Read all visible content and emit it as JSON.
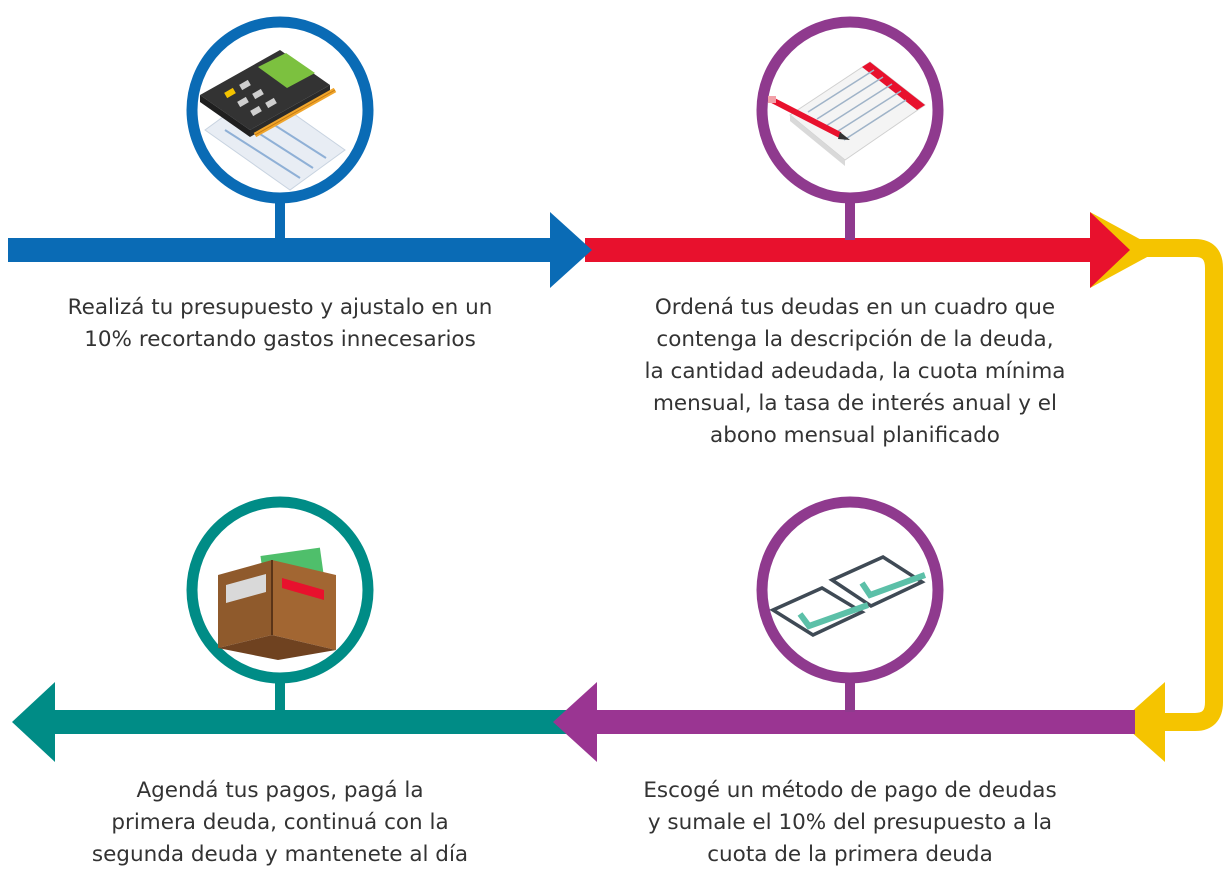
{
  "steps": [
    {
      "text": "Realizá tu presupuesto y ajustalo en un\n10% recortando gastos innecesarios",
      "icon": "calculator-icon",
      "color": "#0a6bb5"
    },
    {
      "text": "Ordená tus deudas en un cuadro que\ncontenga la descripción de la deuda,\nla cantidad adeudada, la cuota mínima\nmensual, la tasa de interés anual y el\nabono mensual planificado",
      "icon": "notepad-pencil-icon",
      "color": "#e8112d"
    },
    {
      "text": "Escogé un método de pago de deudas\ny sumale el 10% del presupuesto a la\ncuota de la primera deuda",
      "icon": "checkbox-checkmarks-icon",
      "color": "#9a3592"
    },
    {
      "text": "Agendá tus pagos, pagá la\nprimera deuda, continuá con la\nsegunda deuda y mantenete al día",
      "icon": "wallet-icon",
      "color": "#008c86"
    }
  ],
  "connector_color": "#f5c400",
  "purple_ring_color": "#8f3a8e"
}
